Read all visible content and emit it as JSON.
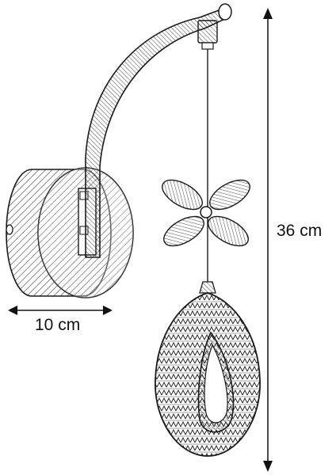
{
  "dimensions": {
    "width_label": "10 cm",
    "height_label": "36 cm"
  },
  "style": {
    "line_color": "#1a1a1a",
    "background": "#ffffff"
  },
  "parts": [
    "wall-plate",
    "curved-arm",
    "suspension-wire",
    "flower-ornament",
    "teardrop-shade"
  ]
}
